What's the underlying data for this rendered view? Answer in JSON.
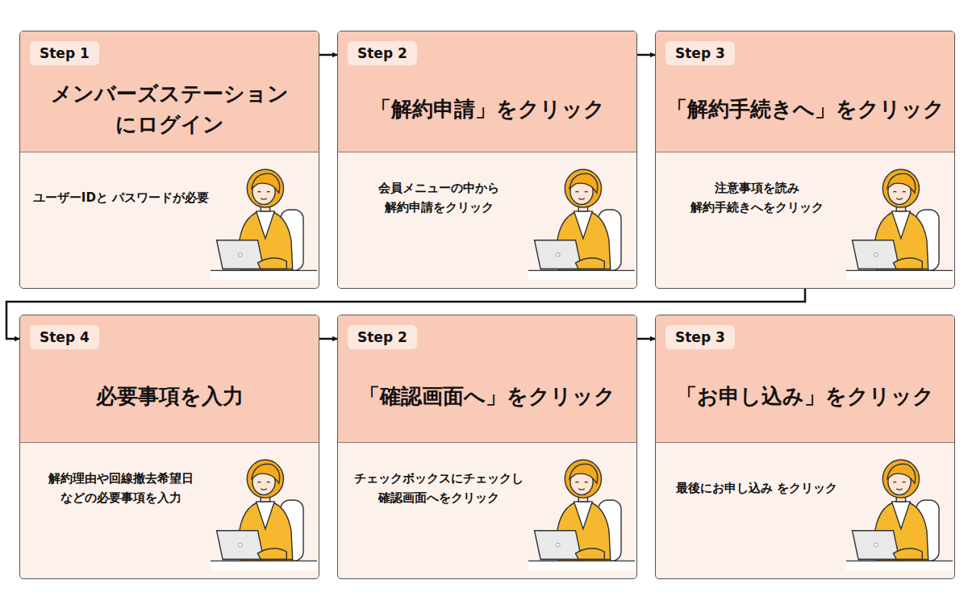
{
  "diagram": {
    "nodes": [
      {
        "text": [
          "メンバーズステーション にログイン",
          "ユーザーIDと パスワードが必要"
        ]
      },
      {
        "text": [
          "Step 1"
        ],
        "in": 0
      },
      {
        "text": [
          "「解約申請」をクリック",
          "会員メニューの中から 解約申請をクリック"
        ]
      },
      {
        "text": [
          "Step 2"
        ],
        "in": 2
      },
      {
        "text": [
          "「解約手続きへ」をクリック",
          "注意事項を読み 解約手続きへをクリック"
        ]
      },
      {
        "text": [
          "Step 3"
        ],
        "in": 4
      },
      {
        "text": [
          "必要事項を入力",
          "解約理由や回線撤去希望日 などの必要事項を入力"
        ]
      },
      {
        "text": [
          "Step 4"
        ],
        "in": 6
      },
      {
        "text": [
          "「確認画面へ」をクリック",
          "チェックボックスにチェックし 確認画面へをクリック"
        ]
      },
      {
        "text": [
          "Step 2"
        ],
        "in": 8
      },
      {
        "text": [
          "「お申し込み」をクリック",
          "最後にお申し込み をクリック"
        ]
      },
      {
        "text": [
          "Step 3"
        ],
        "in": 10
      }
    ],
    "edges": [
      {
        "from": 0,
        "to": 2,
        "arrow": "to"
      },
      {
        "from": 2,
        "to": 4,
        "arrow": "to"
      },
      {
        "from": 4,
        "to": 6,
        "arrow": "to"
      },
      {
        "from": 6,
        "to": 8,
        "arrow": "to"
      },
      {
        "from": 8,
        "to": 10,
        "arrow": "to"
      }
    ]
  }
}
